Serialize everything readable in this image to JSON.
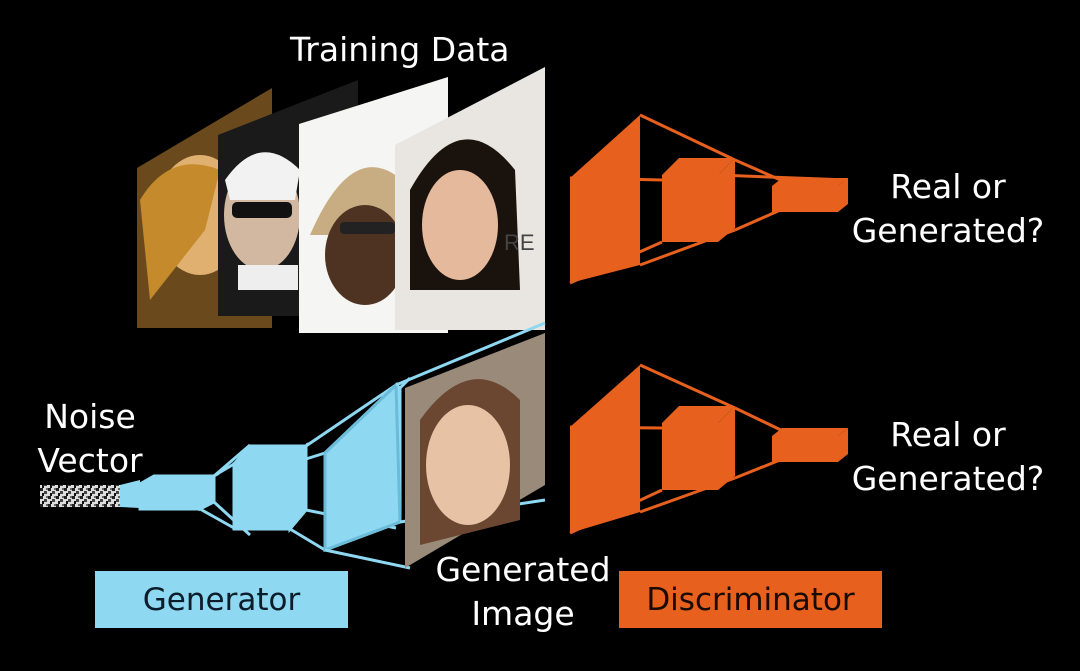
{
  "training_data": {
    "title": "Training Data"
  },
  "top_output": {
    "line1": "Real or",
    "line2": "Generated?"
  },
  "bottom_output": {
    "line1": "Real or",
    "line2": "Generated?"
  },
  "noise": {
    "line1": "Noise",
    "line2": "Vector"
  },
  "generated_image": {
    "line1": "Generated",
    "line2": "Image"
  },
  "generator": {
    "label": "Generator",
    "color": "#8FD8F2"
  },
  "discriminator": {
    "label": "Discriminator",
    "color": "#E8601E"
  },
  "icons": {
    "faces": [
      "face-photo-curly-hair",
      "face-photo-sunglasses",
      "face-photo-white-hat",
      "face-photo-dark-hair-woman"
    ],
    "generated_face": "face-photo-generated",
    "noise": "noise-pattern"
  }
}
